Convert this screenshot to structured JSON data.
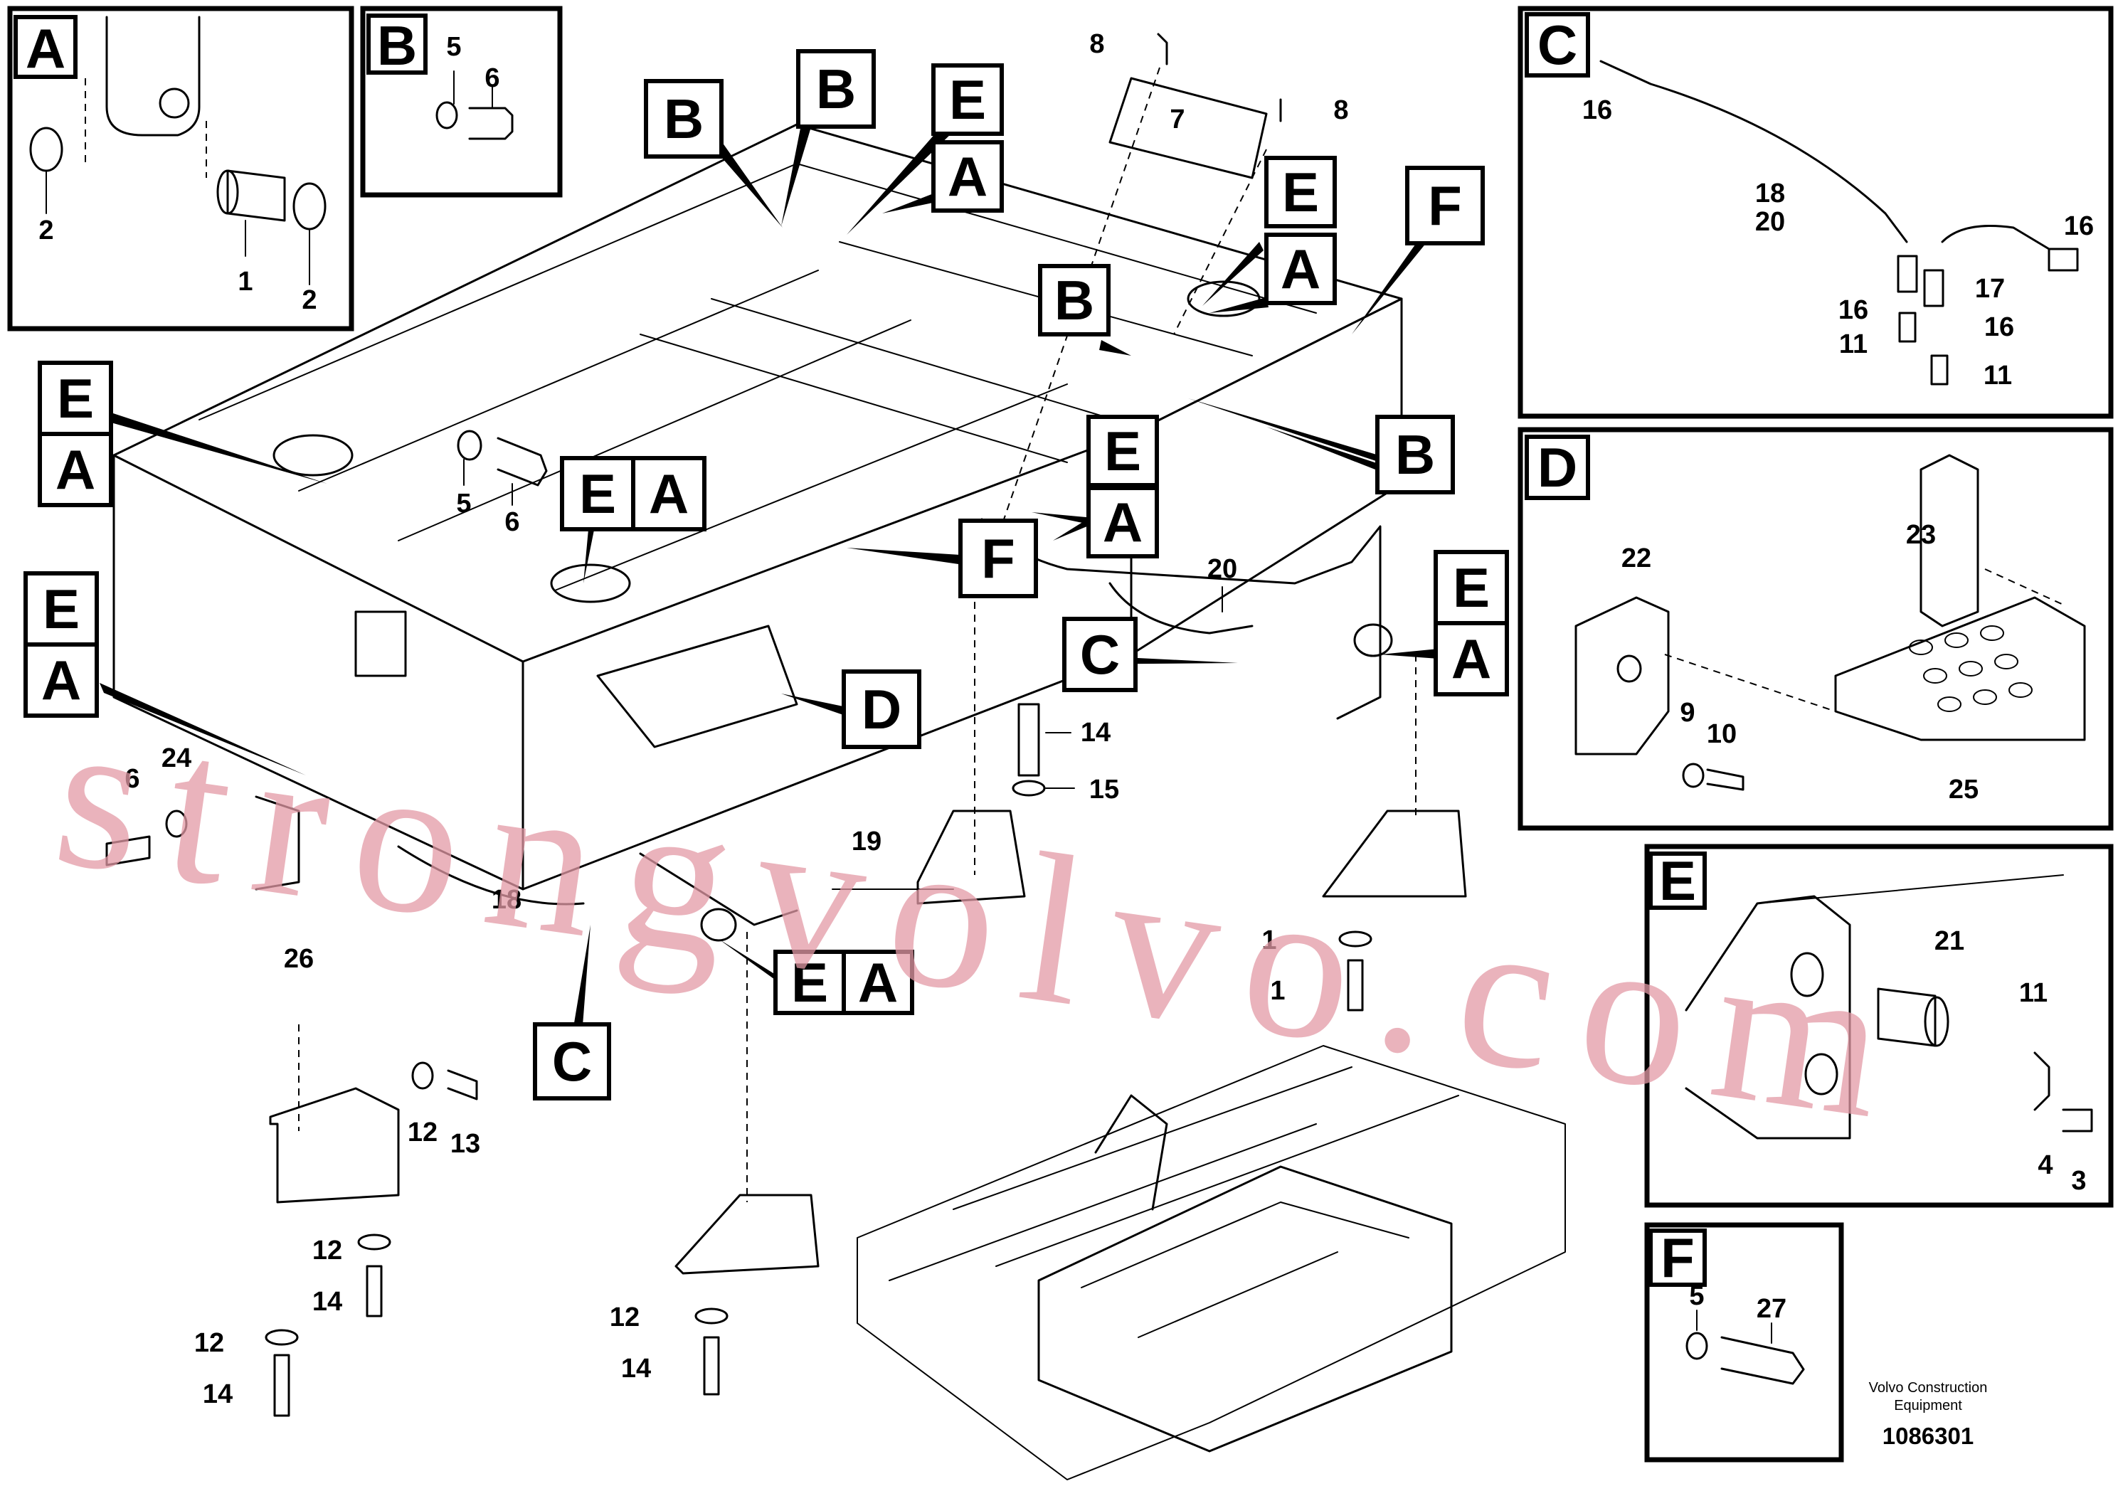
{
  "title_block": {
    "maker_line1": "Volvo Construction",
    "maker_line2": "Equipment",
    "drawing_number": "1086301"
  },
  "watermark": {
    "text": "strongvolvo.com",
    "color": "#e39aa6"
  },
  "detail_views": [
    {
      "letter": "A",
      "part_numbers": [
        "2",
        "1",
        "2"
      ]
    },
    {
      "letter": "B",
      "part_numbers": [
        "5",
        "6"
      ]
    },
    {
      "letter": "C",
      "part_numbers": [
        "16",
        "18",
        "20",
        "16",
        "17",
        "16",
        "16",
        "11",
        "11"
      ]
    },
    {
      "letter": "D",
      "part_numbers": [
        "23",
        "22",
        "9",
        "10",
        "25"
      ]
    },
    {
      "letter": "E",
      "part_numbers": [
        "21",
        "11",
        "4",
        "3"
      ]
    },
    {
      "letter": "F",
      "part_numbers": [
        "5",
        "27"
      ]
    }
  ],
  "callout_letters": [
    "A",
    "B",
    "C",
    "D",
    "E",
    "F"
  ],
  "main_view_part_numbers": [
    "8",
    "7",
    "8",
    "5",
    "6",
    "20",
    "14",
    "15",
    "6",
    "24",
    "19",
    "18",
    "26",
    "12",
    "13",
    "12",
    "14",
    "12",
    "14",
    "12",
    "14",
    "1",
    "1"
  ]
}
